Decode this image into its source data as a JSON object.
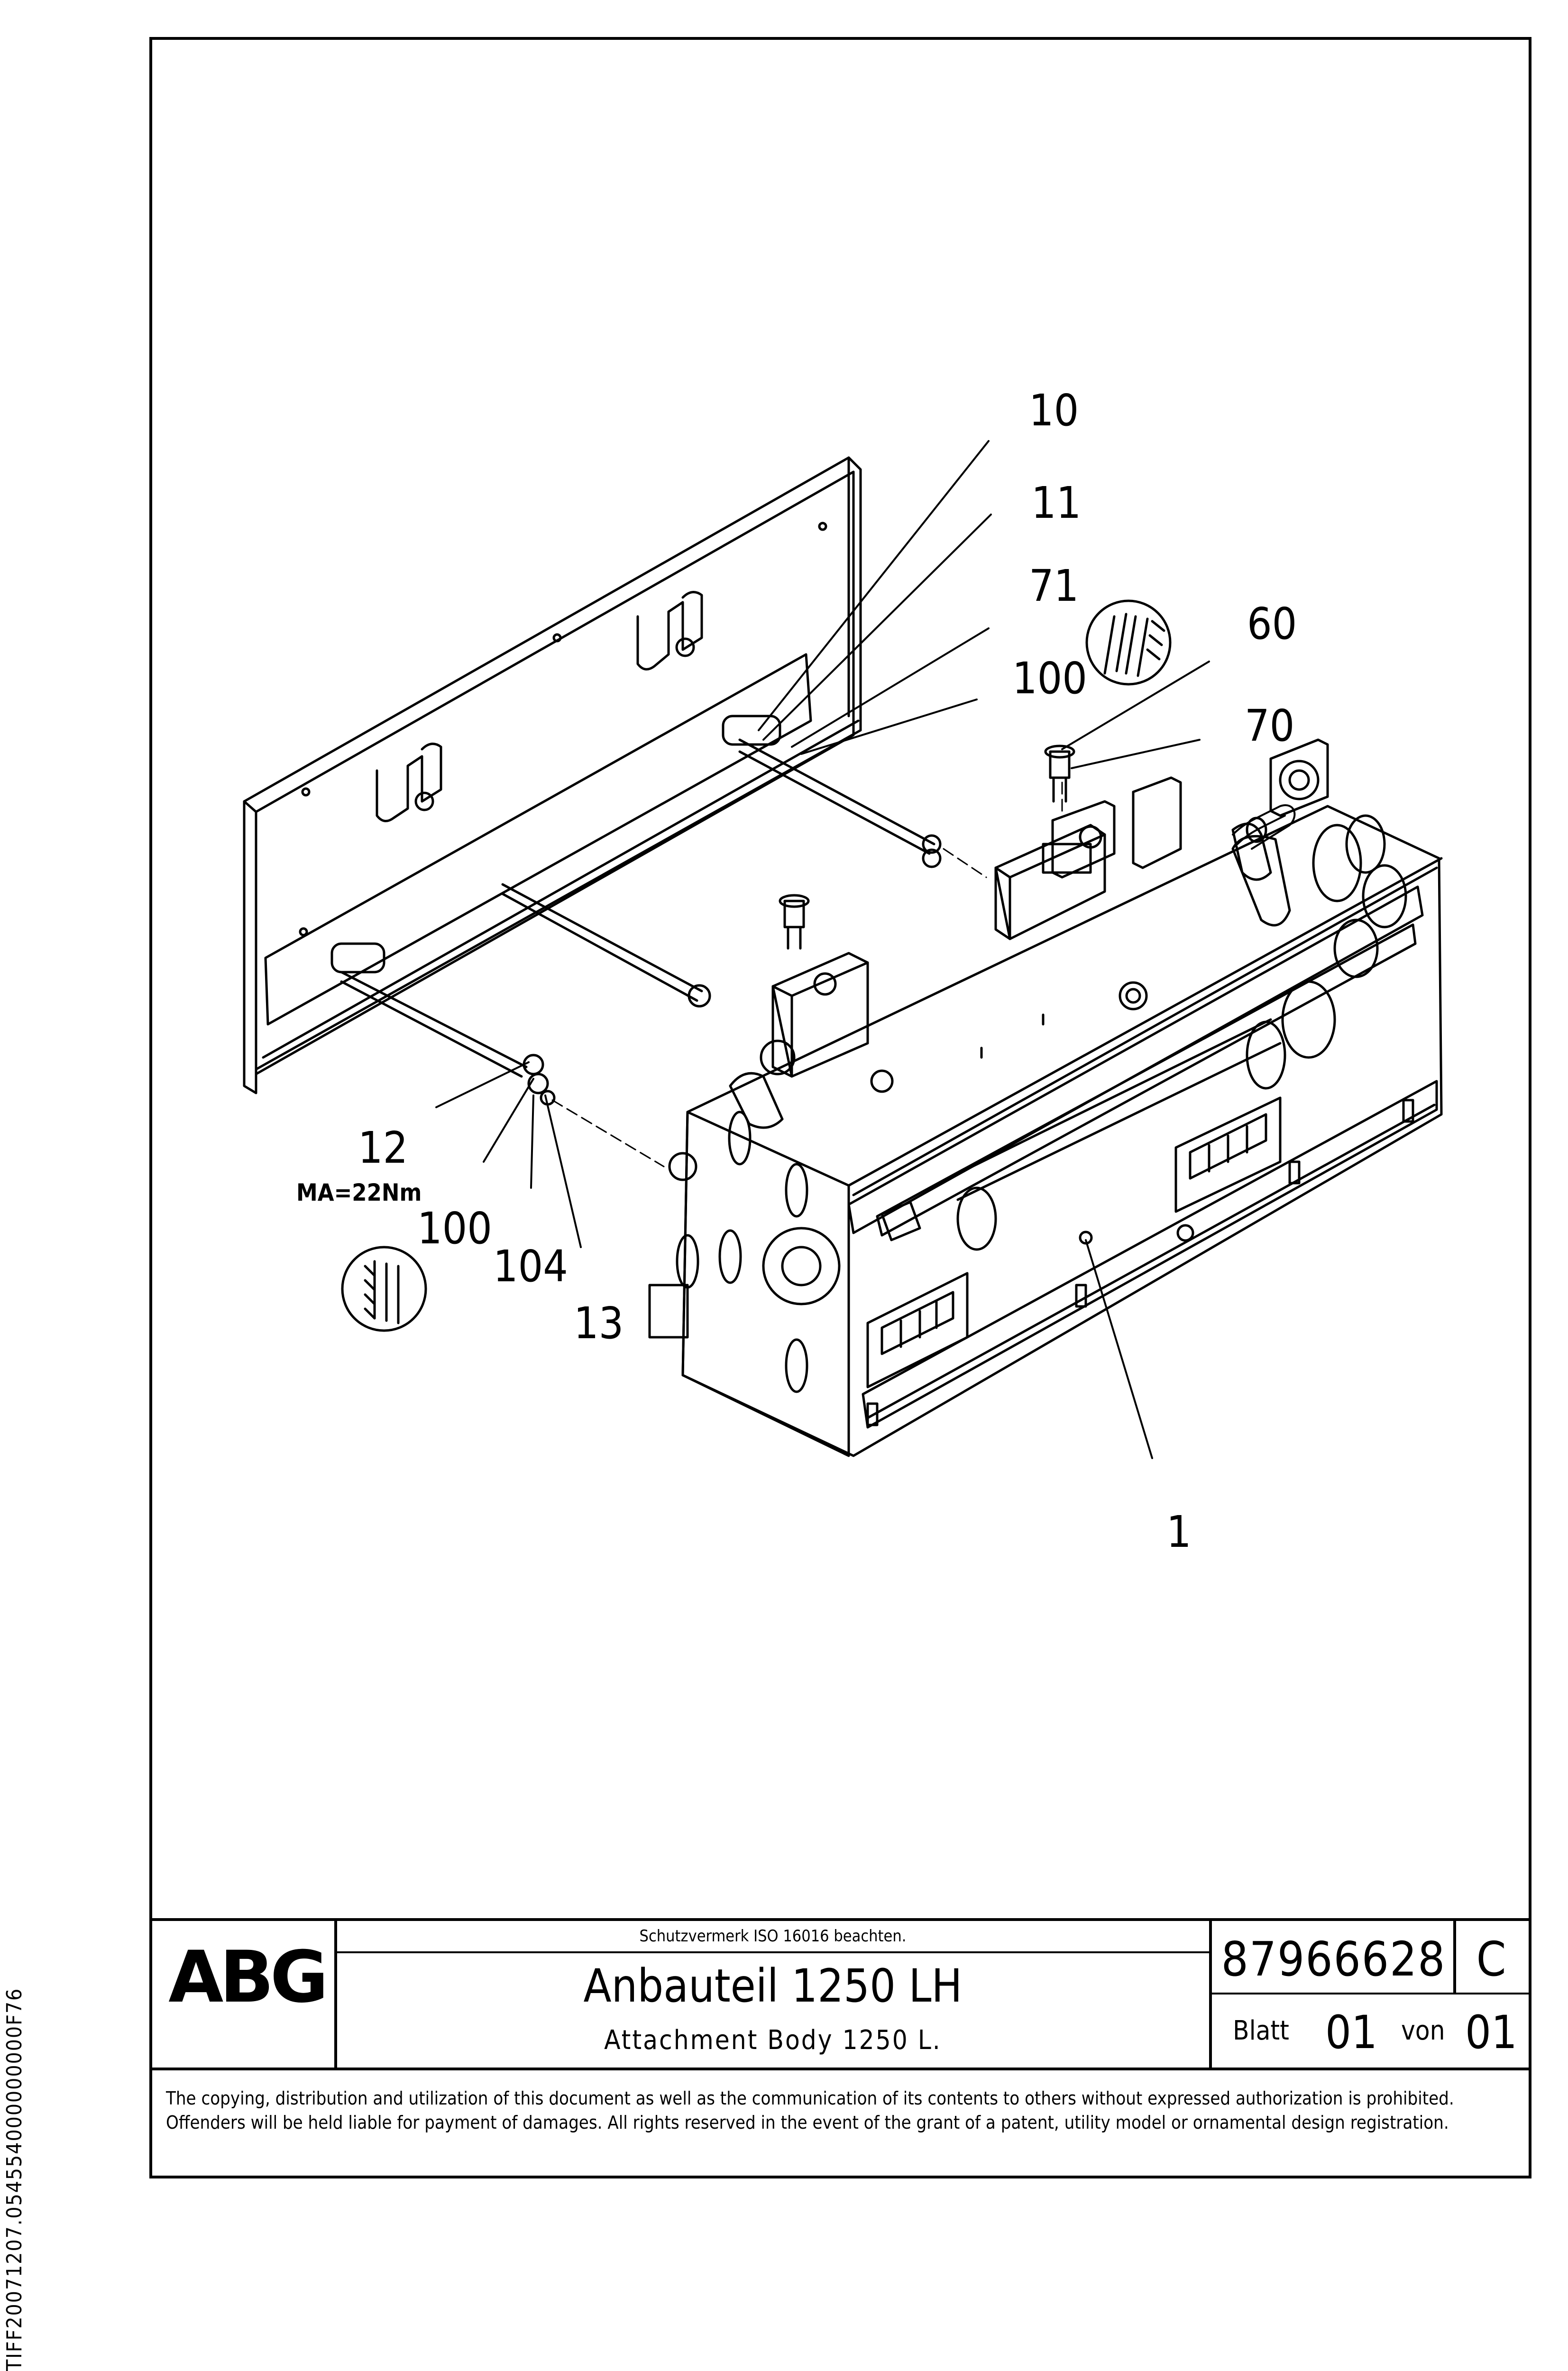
{
  "side_code": "TIFF20071207.054554000000000F76",
  "callouts": [
    {
      "id": "c10",
      "text": "10"
    },
    {
      "id": "c11",
      "text": "11"
    },
    {
      "id": "c71",
      "text": "71"
    },
    {
      "id": "c100a",
      "text": "100"
    },
    {
      "id": "c60",
      "text": "60"
    },
    {
      "id": "c70",
      "text": "70"
    },
    {
      "id": "c12",
      "text": "12"
    },
    {
      "id": "c100b",
      "text": "100"
    },
    {
      "id": "c104",
      "text": "104"
    },
    {
      "id": "c13",
      "text": "13"
    },
    {
      "id": "c1",
      "text": "1"
    }
  ],
  "torque_note": "MA=22Nm",
  "title_block": {
    "logo": "ABG",
    "protection_note": "Schutzvermerk ISO 16016 beachten.",
    "title_de": "Anbauteil 1250 LH",
    "title_en": "Attachment Body 1250 L.",
    "doc_number": "87966628",
    "revision": "C",
    "sheet_label": "Blatt",
    "sheet_number": "01",
    "of_label": "von",
    "sheet_total": "01"
  },
  "legal_text": "The copying, distribution and utilization of this document as well as the communication of its contents to others without expressed authorization is prohibited. Offenders will be held liable for payment of damages. All rights reserved in the event of the grant of a patent, utility model or ornamental design registration."
}
